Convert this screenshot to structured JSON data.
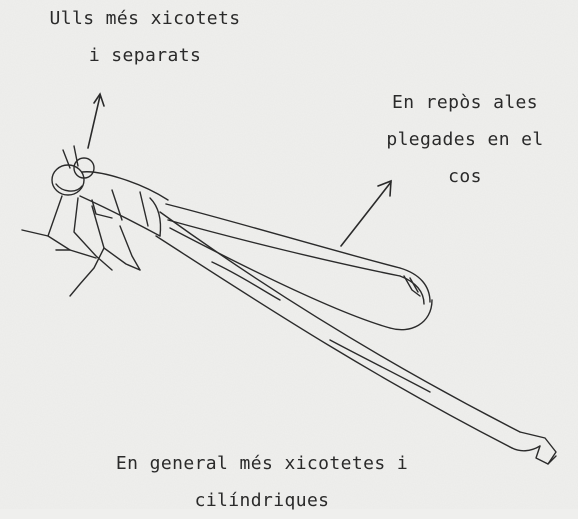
{
  "annotations": {
    "eyes": {
      "lines": [
        "Ulls més xicotets",
        "i separats"
      ]
    },
    "wings": {
      "lines": [
        "En repòs ales",
        "plegades en el",
        "cos"
      ]
    },
    "body": {
      "lines": [
        "En general més xicotetes i",
        "cilíndriques"
      ]
    }
  },
  "colors": {
    "paper": "#efefed",
    "ink": "#2a2a2a"
  }
}
